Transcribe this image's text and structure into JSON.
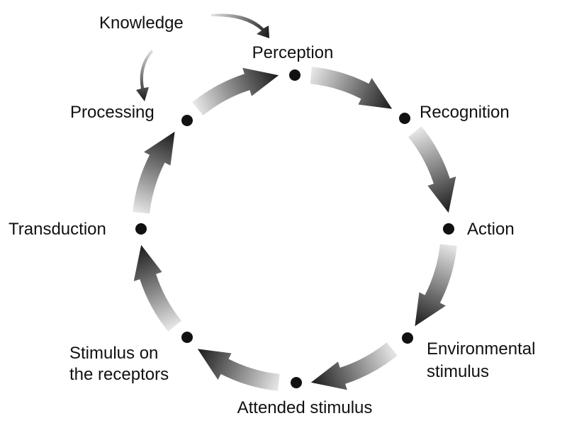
{
  "stages": [
    {
      "id": "perception",
      "lines": [
        "Perception"
      ]
    },
    {
      "id": "recognition",
      "lines": [
        "Recognition"
      ]
    },
    {
      "id": "action",
      "lines": [
        "Action"
      ]
    },
    {
      "id": "environmental-stimulus",
      "lines": [
        "Environmental",
        "stimulus"
      ]
    },
    {
      "id": "attended-stimulus",
      "lines": [
        "Attended stimulus"
      ]
    },
    {
      "id": "stimulus-on-receptors",
      "lines": [
        "Stimulus on",
        "the receptors"
      ]
    },
    {
      "id": "transduction",
      "lines": [
        "Transduction"
      ]
    },
    {
      "id": "processing",
      "lines": [
        "Processing"
      ]
    }
  ],
  "knowledge": {
    "label": "Knowledge"
  },
  "colors": {
    "node": "#111111",
    "arrow_dark": "#1a1a1a",
    "arrow_light": "#e4e4e4",
    "text": "#111111"
  }
}
